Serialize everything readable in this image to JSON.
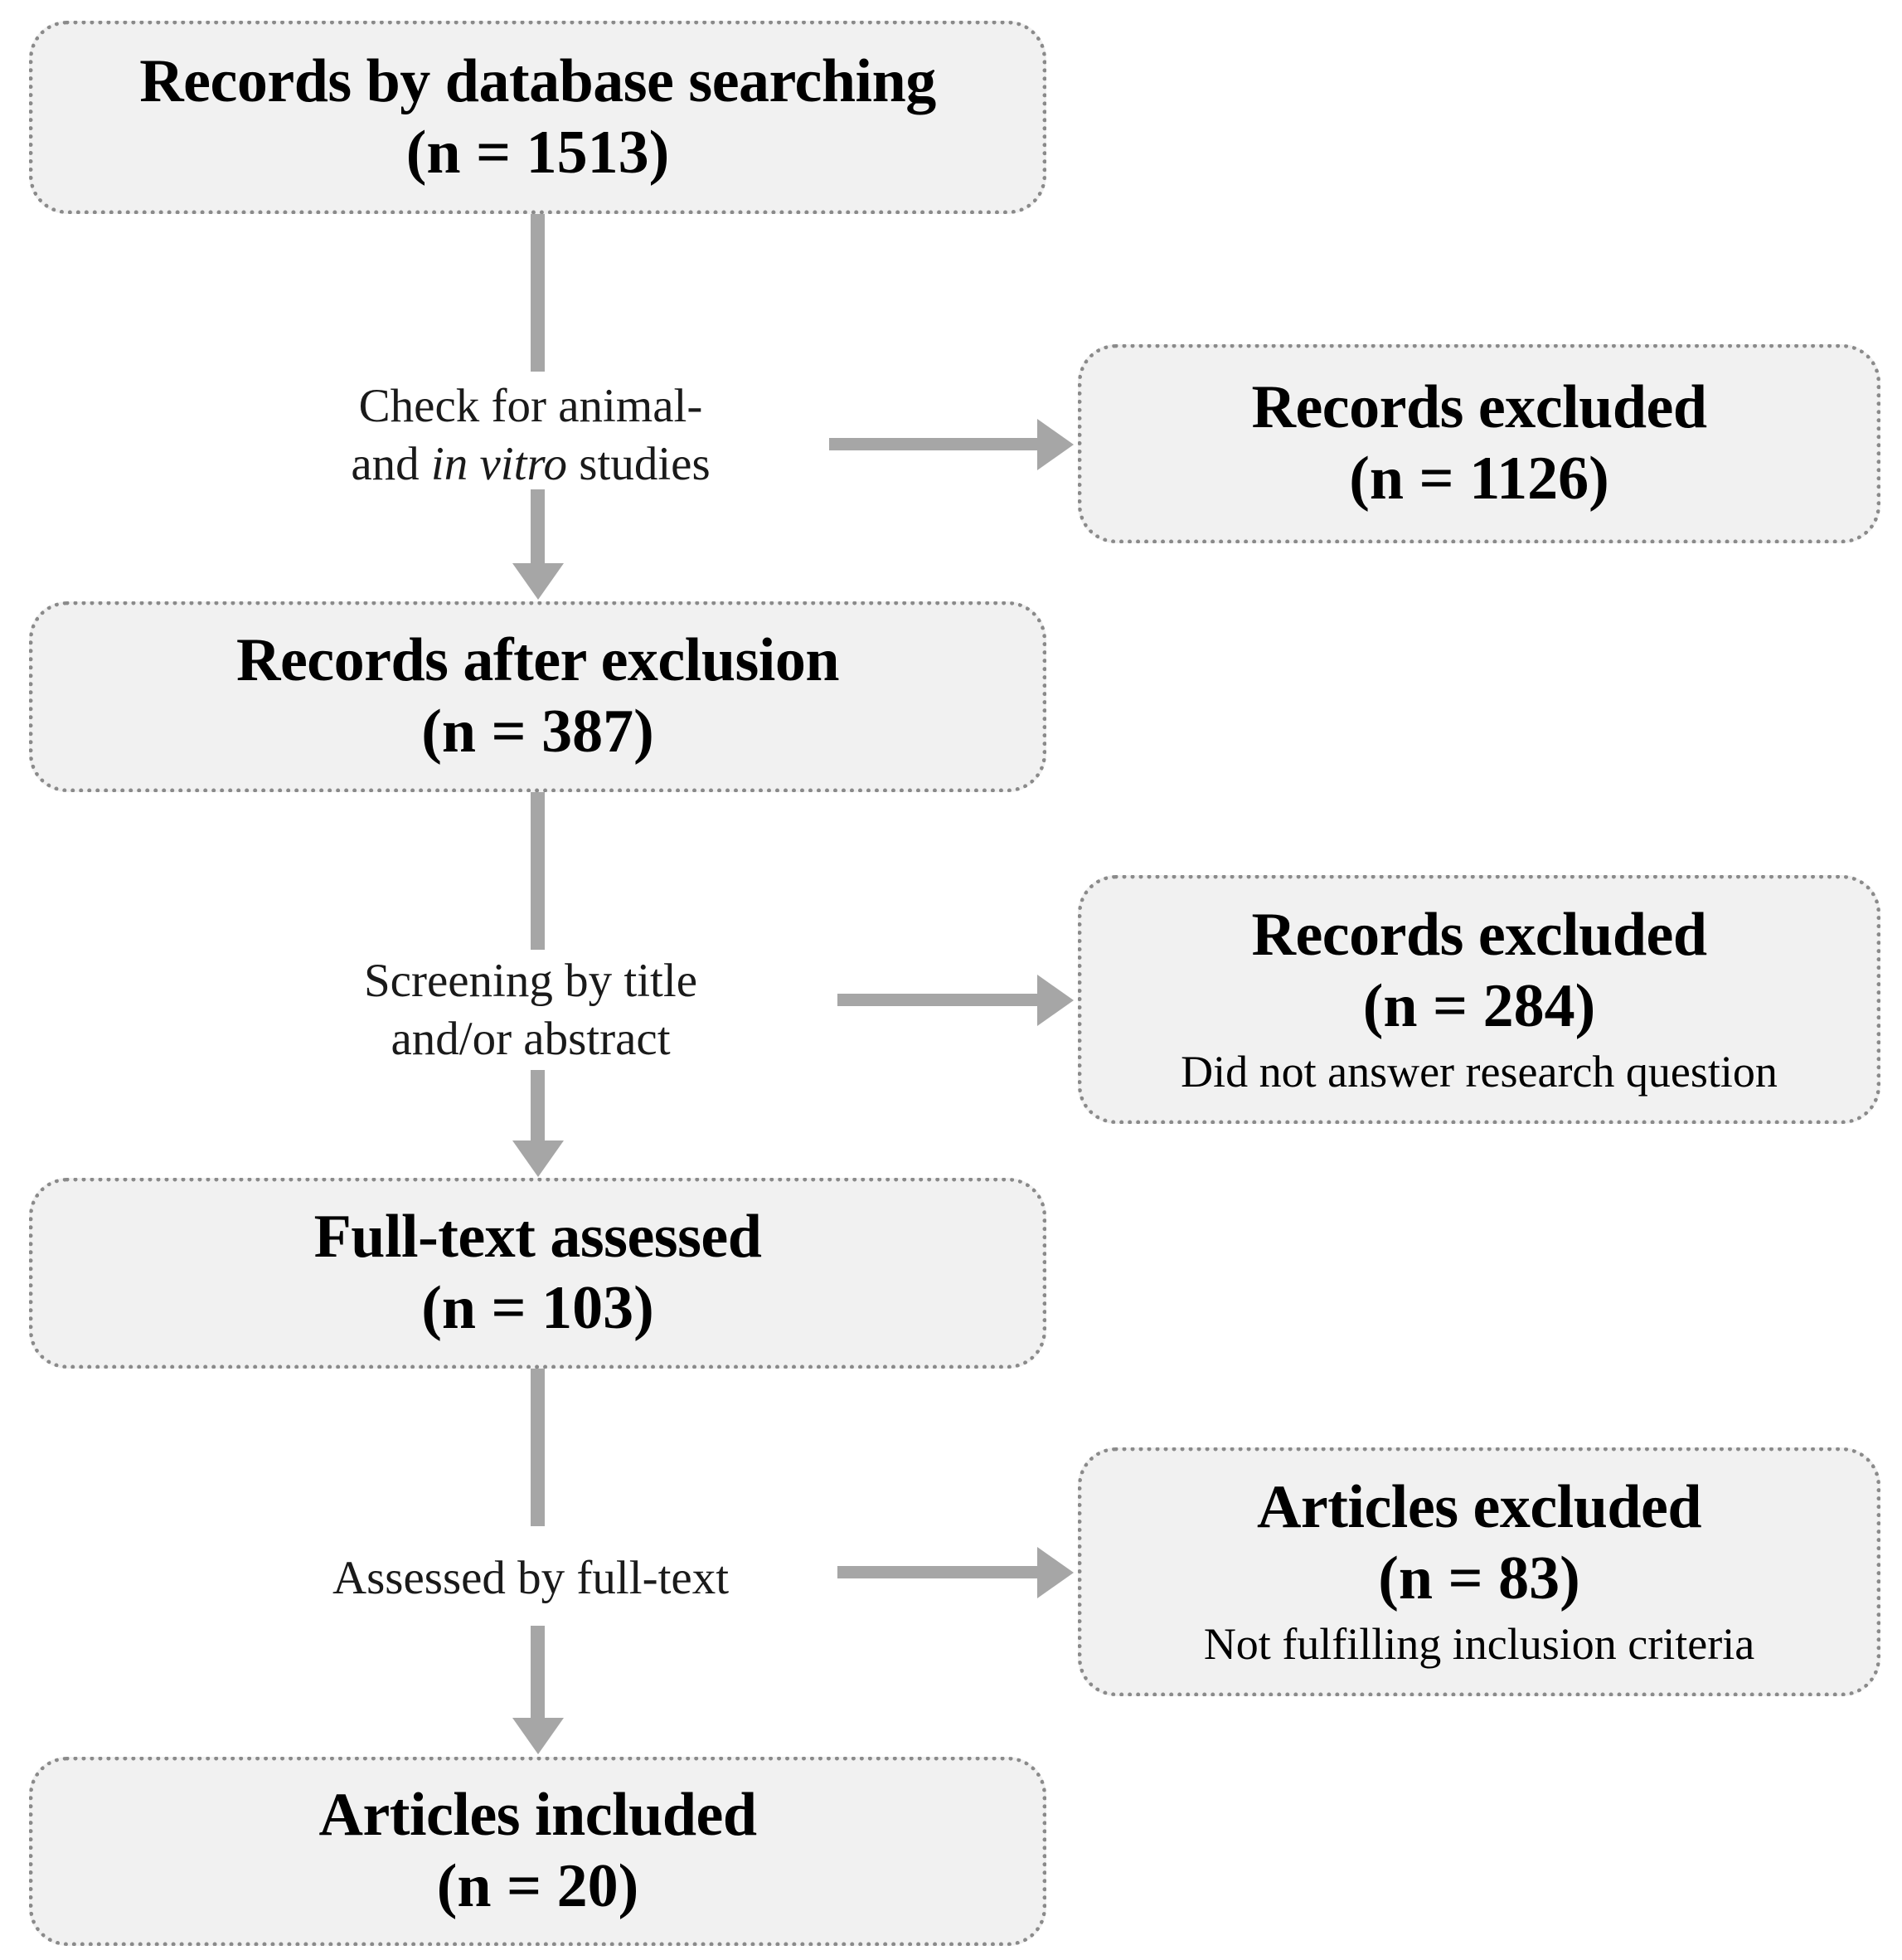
{
  "diagram": {
    "title": "PRISMA study selection flow diagram",
    "colors": {
      "box_fill": "#f1f1f1",
      "box_border": "#8a8a8a",
      "arrow": "#a6a6a6",
      "text": "#000000"
    },
    "nodes": [
      {
        "id": "records-identified",
        "main": "Records by database searching",
        "count": "(n = 1513)",
        "sub": ""
      },
      {
        "id": "records-excluded-1",
        "main": "Records excluded",
        "count": "(n = 1126)",
        "sub": ""
      },
      {
        "id": "records-after-exclusion",
        "main": "Records after exclusion",
        "count": "(n = 387)",
        "sub": ""
      },
      {
        "id": "records-excluded-2",
        "main": "Records excluded",
        "count": "(n = 284)",
        "sub": "Did not answer research question"
      },
      {
        "id": "full-text-assessed",
        "main": "Full-text assessed",
        "count": "(n = 103)",
        "sub": ""
      },
      {
        "id": "articles-excluded",
        "main": "Articles excluded",
        "count": "(n = 83)",
        "sub": "Not fulfilling inclusion criteria"
      },
      {
        "id": "articles-included",
        "main": "Articles included",
        "count": "(n = 20)",
        "sub": ""
      }
    ],
    "edge_labels": [
      {
        "id": "check-animal-invitro",
        "line1": "Check for animal-",
        "line2_pre": "and ",
        "line2_italic": "in vitro",
        "line2_post": " studies"
      },
      {
        "id": "screening-title-abstract",
        "line1": "Screening by title",
        "line2_pre": "and/or abstract",
        "line2_italic": "",
        "line2_post": ""
      },
      {
        "id": "assessed-full-text",
        "line1": "Assessed by full-text",
        "line2_pre": "",
        "line2_italic": "",
        "line2_post": ""
      }
    ]
  }
}
